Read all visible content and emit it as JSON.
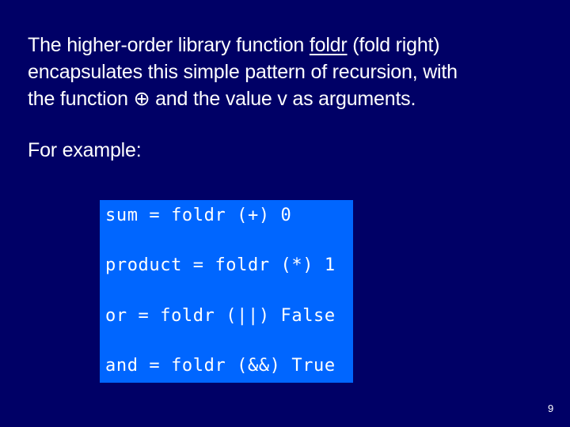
{
  "slide": {
    "intro": {
      "before_term": "The higher-order library function ",
      "term": "foldr",
      "after_term_line1": " (fold right)",
      "line2": "encapsulates this simple pattern of recursion, with",
      "line3_before_symbol": "the function ",
      "symbol": "⊕",
      "line3_after_symbol": " and the value v as arguments."
    },
    "example_label": "For example:",
    "code_lines": [
      "sum = foldr (+) 0",
      "product = foldr (*) 1",
      "or = foldr (||) False",
      "and = foldr (&&) True"
    ],
    "page_number": "9"
  }
}
